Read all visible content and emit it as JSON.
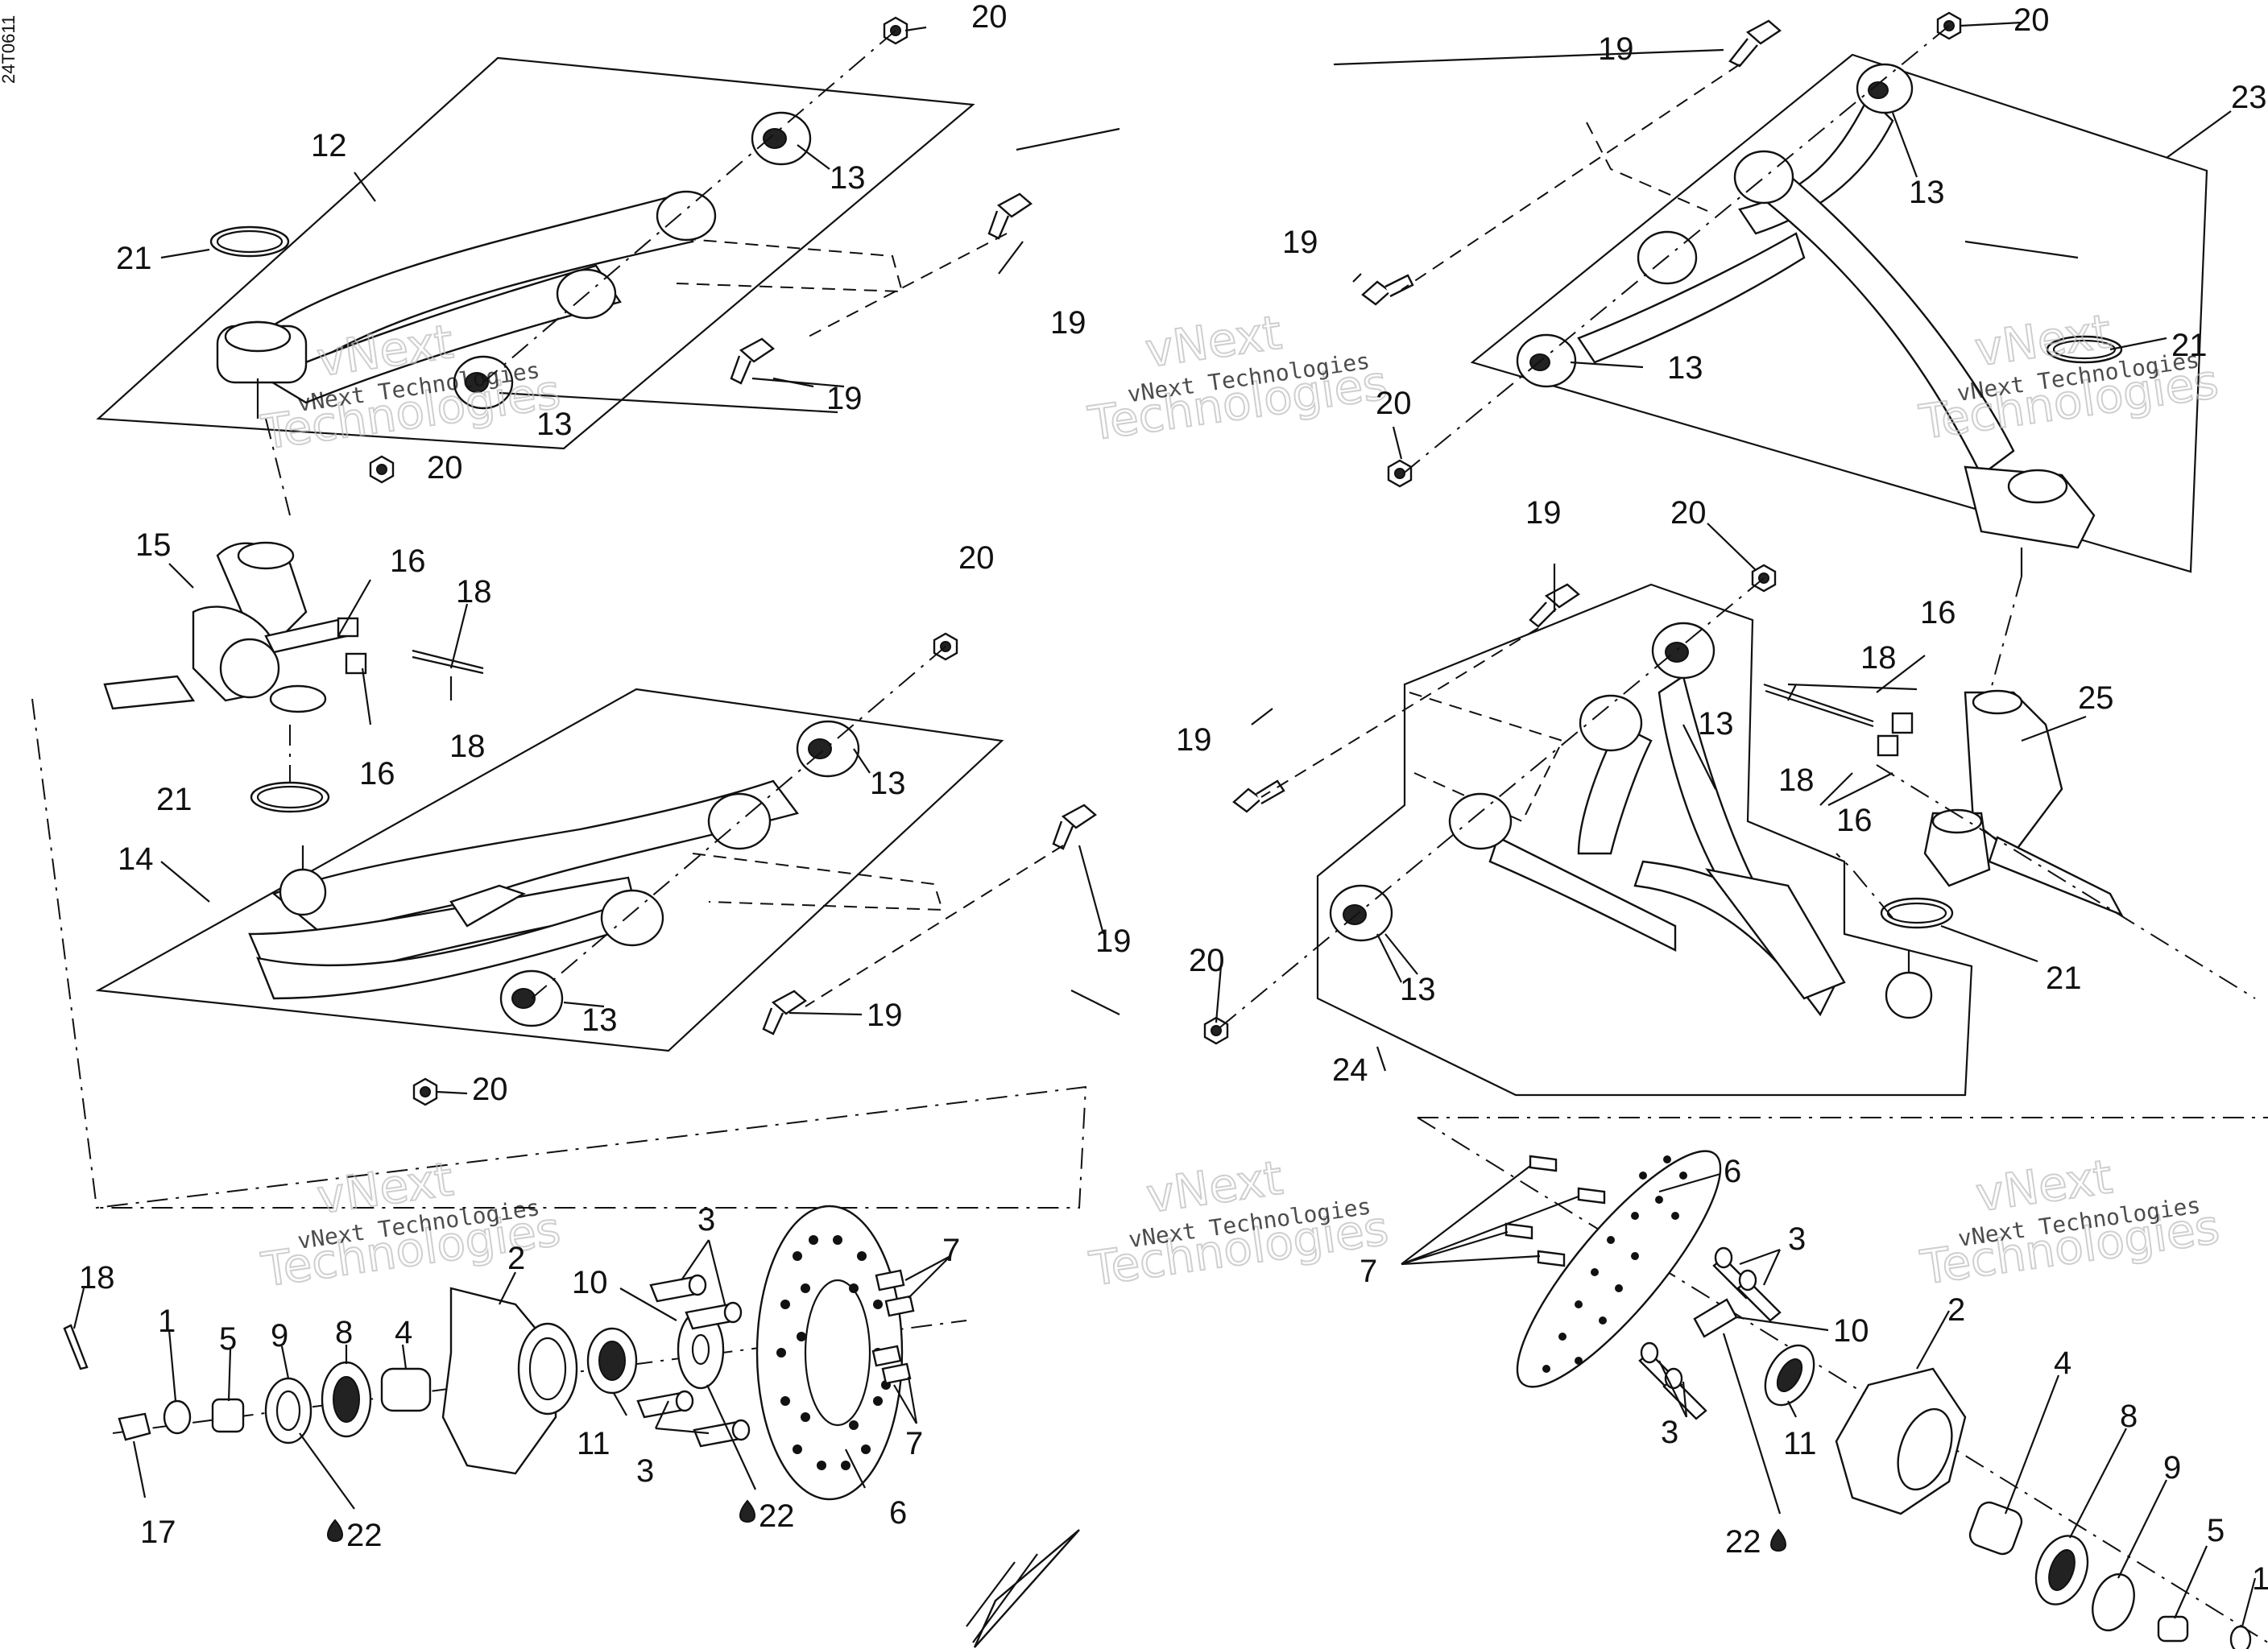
{
  "diagram": {
    "code": "24T0611",
    "watermark": {
      "brand": "vNext Technologies",
      "big_line1": "vNext",
      "big_line2": "Technologies"
    },
    "callouts": {
      "c20a": "20",
      "c19a": "19",
      "c20b": "20",
      "c23": "23",
      "c12": "12",
      "c13a": "13",
      "c13b": "13",
      "c19b": "19",
      "c21a": "21",
      "c19c": "19",
      "c13c": "13",
      "c21b": "21",
      "c13d": "13",
      "c19d": "19",
      "c20c": "20",
      "c20d": "20",
      "c19e": "19",
      "c20e": "20",
      "c15": "15",
      "c16a": "16",
      "c18a": "18",
      "c18b": "18",
      "c16b": "16",
      "c20f": "20",
      "c18c": "18",
      "c16c": "16",
      "c13e": "13",
      "c19f": "19",
      "c13f": "13",
      "c25": "25",
      "c18d": "18",
      "c16d": "16",
      "c21c": "21",
      "c14": "14",
      "c19g": "19",
      "c21d": "21",
      "c13g": "13",
      "c19h": "19",
      "c13h": "13",
      "c20g": "20",
      "c20h": "20",
      "c24": "24",
      "c18e": "18",
      "c3a": "3",
      "c2a": "2",
      "c10a": "10",
      "c7a": "7",
      "c1a": "1",
      "c5a": "5",
      "c9a": "9",
      "c8a": "8",
      "c4a": "4",
      "c11a": "11",
      "c3b": "3",
      "c7b": "7",
      "c17": "17",
      "c22a": "22",
      "c22b": "22",
      "c6a": "6",
      "c6b": "6",
      "c7c": "7",
      "c3c": "3",
      "c10b": "10",
      "c2b": "2",
      "c3d": "3",
      "c11b": "11",
      "c4b": "4",
      "c8b": "8",
      "c22c": "22",
      "c9b": "9",
      "c5b": "5",
      "c1b": "1"
    }
  }
}
